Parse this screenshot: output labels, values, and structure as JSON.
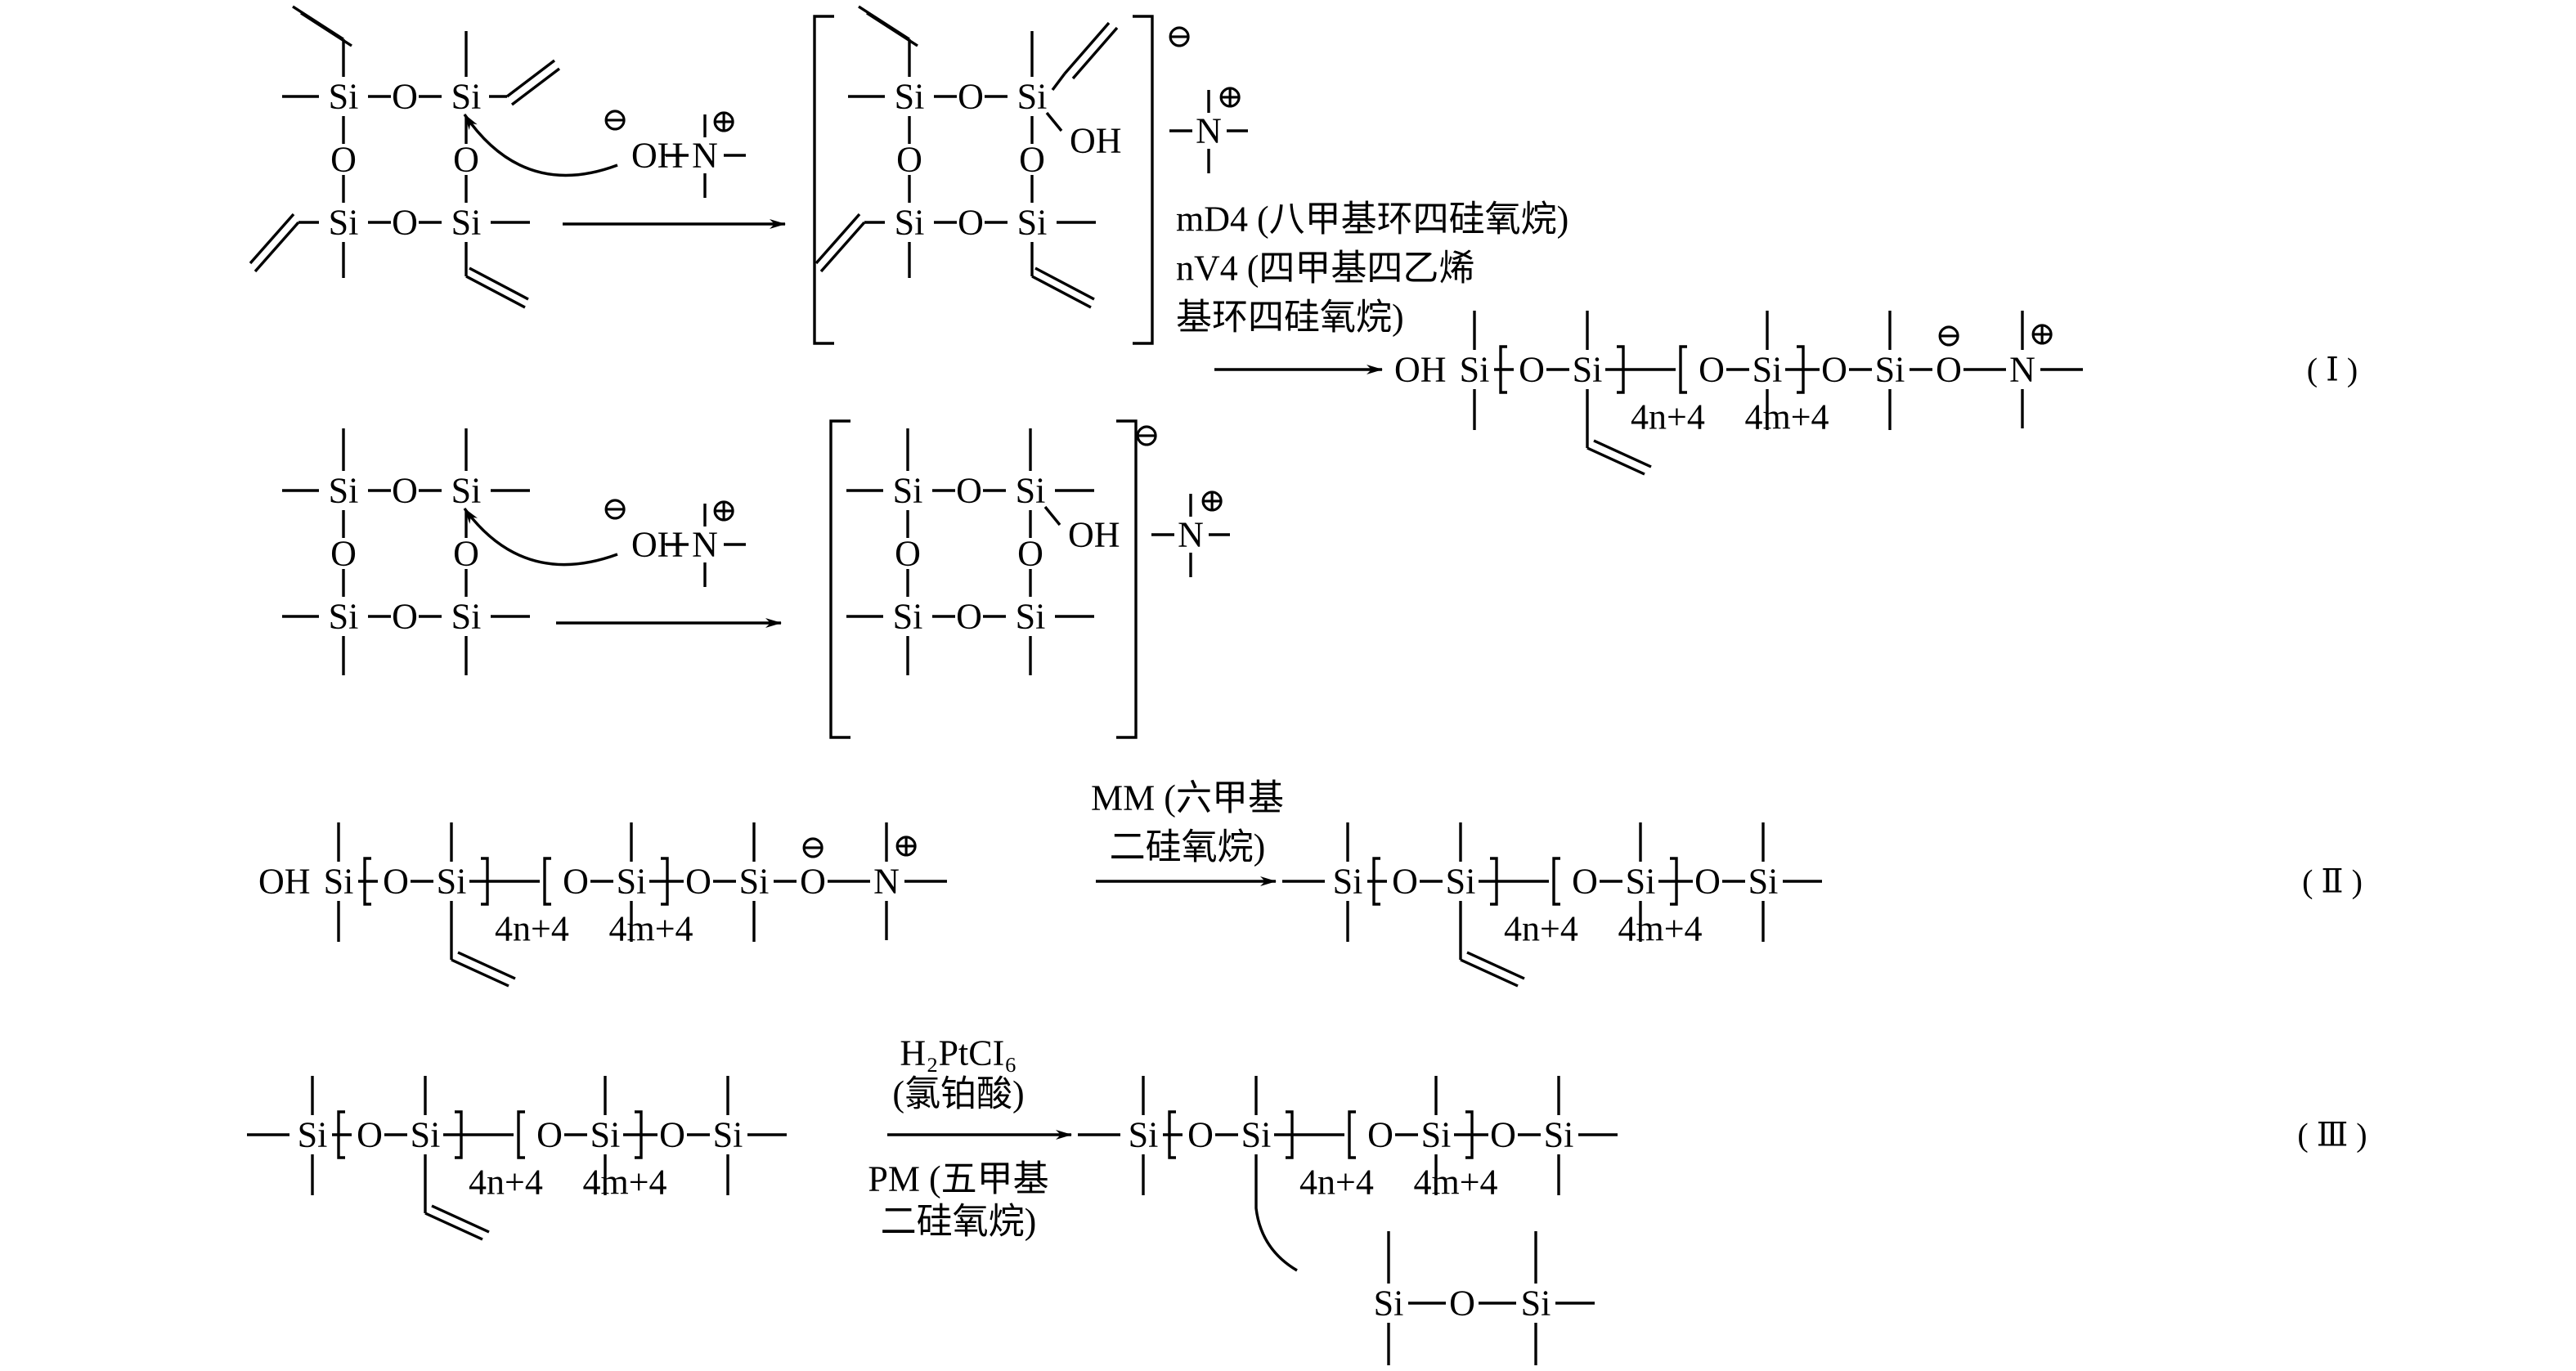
{
  "atoms": {
    "si": "Si",
    "o": "O",
    "oh": "OH",
    "n": "N",
    "minus": "⊖",
    "plus": "⊕"
  },
  "repeat": {
    "n": "4n+4",
    "m": "4m+4"
  },
  "reagents": {
    "r1_line1": "mD4 (八甲基环四硅氧烷)",
    "r1_line2": "nV4 (四甲基四乙烯",
    "r1_line3": "基环四硅氧烷)",
    "r2_line1": "MM (六甲基",
    "r2_line2": "二硅氧烷)",
    "r3_line1": "H₂PtCI₆",
    "r3_line2": "(氯铂酸)",
    "r3_line3": "PM (五甲基",
    "r3_line4": "二硅氧烷)"
  },
  "tags": {
    "step1": "( Ⅰ )",
    "step2": "( Ⅱ )",
    "step3": "( Ⅲ )"
  }
}
